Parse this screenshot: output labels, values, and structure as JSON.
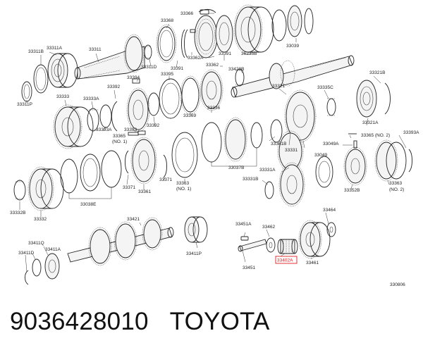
{
  "labels": {
    "33366": "33366",
    "33368": "33368",
    "33311a": "33311A",
    "33311b": "33311B",
    "33311": "33311",
    "33311d": "33311D",
    "33391a": "33391",
    "33362a": "33362A",
    "33391b": "33391",
    "36235b": "36235B",
    "33039": "33039",
    "33362": "33362",
    "33394": "33394",
    "33395": "33395",
    "33428b": "33428B",
    "33321b": "33321B",
    "33311p": "33311P",
    "33333": "33333",
    "33333a": "33333A",
    "33392a": "33392",
    "33321": "33321",
    "33335c": "33335C",
    "33336": "33336",
    "33369": "33369",
    "33393a": "33393A",
    "33393": "33393",
    "33392b": "33392",
    "33321a": "33321A",
    "33365a": "33365",
    "33365a_sub": "(NO. 1)",
    "33365b": "33365 (NO. 2)",
    "33393a_right": "33393A",
    "33049a": "33049A",
    "33361b": "33361B",
    "33331": "33331",
    "33049": "33049",
    "33037b": "33037B",
    "33331a": "33331A",
    "33371a": "33371",
    "33371b": "33371",
    "33363a": "33363",
    "33363a_sub": "(NO. 1)",
    "33331b": "33331B",
    "33352b": "33352B",
    "33363b": "33363",
    "33363b_sub": "(NO. 2)",
    "33361": "33361",
    "33038e": "33038E",
    "33332b": "33332B",
    "33332": "33332",
    "33421": "33421",
    "33451a": "33451A",
    "33462": "33462",
    "33464": "33464",
    "33411q": "33411Q",
    "33411d": "33411D",
    "33411a": "33411A",
    "33411p": "33411P",
    "33402a": "33402A",
    "33451": "33451",
    "33461": "33461",
    "ref": "330806"
  },
  "footer": {
    "part_number": "9036428010",
    "brand": "TOYOTA"
  },
  "highlight_color": "#dd2222"
}
